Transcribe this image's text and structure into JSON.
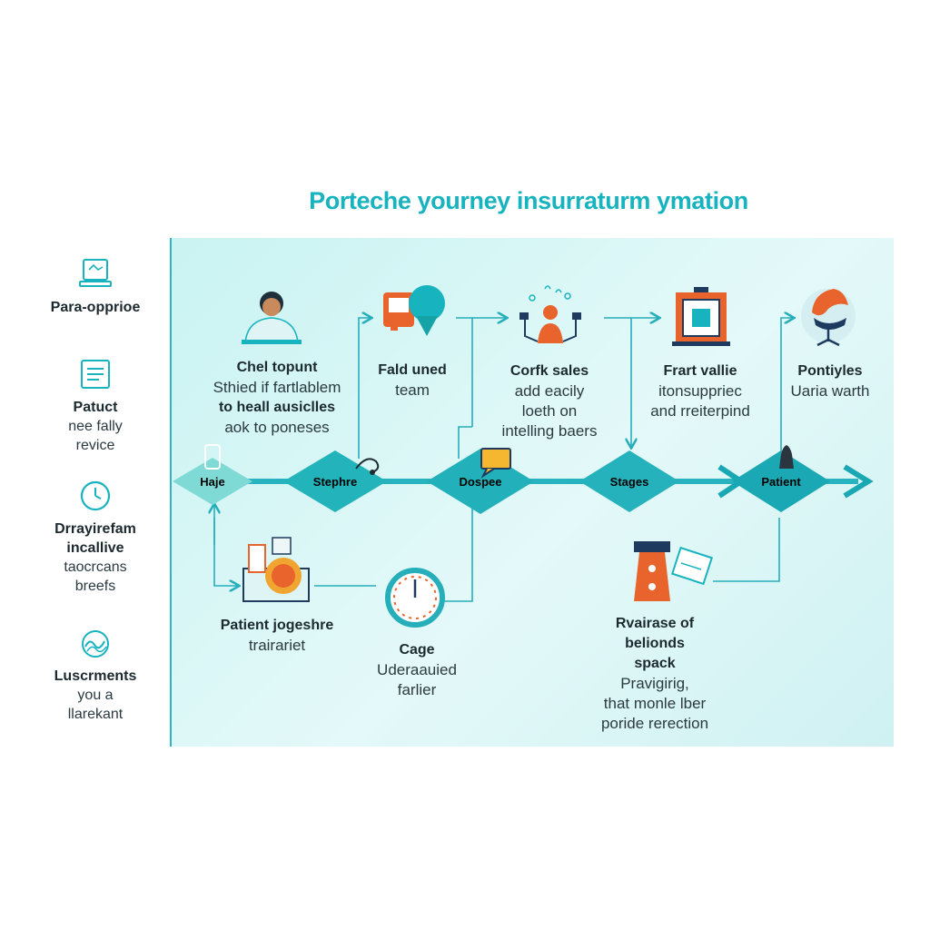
{
  "title": "Porteche yourney insurraturm ymation",
  "sidebar": [
    {
      "icon": "laptop-icon",
      "title": "Para-opprioe",
      "lines": []
    },
    {
      "icon": "document-icon",
      "title": "Patuct",
      "lines": [
        "nee fally",
        "revice"
      ]
    },
    {
      "icon": "clock-icon",
      "title": "Drrayirefam",
      "title2": "incallive",
      "lines": [
        "taocrcans",
        "breefs"
      ]
    },
    {
      "icon": "wave-icon",
      "title": "Luscrments",
      "lines": [
        "you a",
        "llarekant"
      ]
    }
  ],
  "top_stages": [
    {
      "icon": "doctor-icon",
      "bold": "Chel topunt",
      "lines": [
        "Sthied if fartlablem"
      ],
      "bold2": "to heall ausiclles",
      "lines2": [
        "aok to poneses"
      ]
    },
    {
      "icon": "megaphone-icon",
      "bold": "Fald uned",
      "lines": [
        "team"
      ]
    },
    {
      "icon": "person-network-icon",
      "bold": "Corfk sales",
      "lines": [
        "add eacily",
        "loeth on",
        "intelling baers"
      ]
    },
    {
      "icon": "tablet-icon",
      "bold": "Frart vallie",
      "lines": [
        "itonsuppriec",
        "and rreiterpind"
      ]
    },
    {
      "icon": "chair-icon",
      "bold": "Pontiyles",
      "lines": [
        "Uaria warth"
      ]
    }
  ],
  "timeline_nodes": [
    "Haje",
    "Stephre",
    "Dospee",
    "Stages",
    "Patient"
  ],
  "bottom_stages": [
    {
      "icon": "kitchen-icon",
      "bold": "Patient jogeshre",
      "lines": [
        "trairariet"
      ]
    },
    {
      "icon": "clock-icon",
      "bold": "Cage",
      "lines": [
        "Uderaauied",
        "farlier"
      ]
    },
    {
      "icon": "trophy-icon",
      "bold": "Rvairase of",
      "bold2": "belionds",
      "bold3": "spack",
      "lines": [
        "Pravigirig,",
        "that monle lber",
        "poride rerection"
      ]
    }
  ],
  "colors": {
    "teal": "#17b3bf",
    "orange": "#e8642c",
    "navy": "#1e3a5f",
    "panel": "#d3f4f3"
  }
}
